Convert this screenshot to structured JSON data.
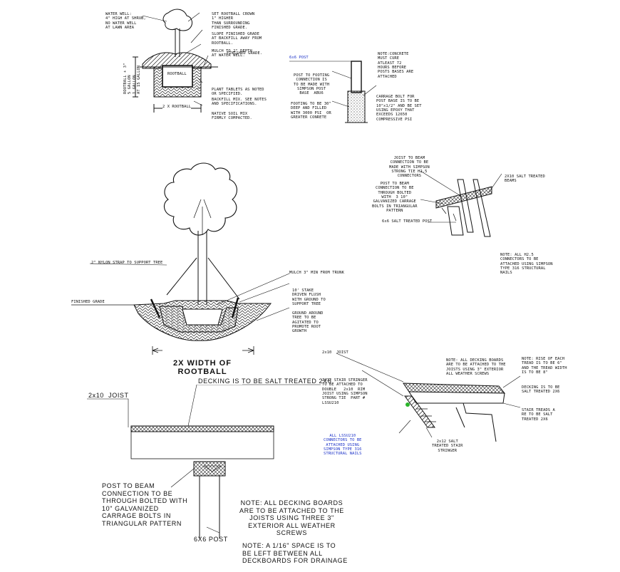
{
  "colors": {
    "ink": "#111111",
    "note_blue": "#1d33c9",
    "marker_green": "#2bb52b"
  },
  "rootball_detail": {
    "water_well": [
      "WATER WELL:",
      "4\" HIGH AT SHRUB,",
      "NO WATER WELL",
      "AT LAWN AREA"
    ],
    "set_crown": [
      "SET ROOTBALL CROWN",
      "1\" HIGHER",
      "THAN SURROUNDING",
      "FINISHED GRADE."
    ],
    "slope": [
      "SLOPE FINISHED GRADE",
      "AT BACKFILL AWAY FROM",
      "ROOTBALL."
    ],
    "mulch": [
      "MULCH TO 2\" DEPTH",
      "AT WATER WELL."
    ],
    "finished_grade": "FINISHED GRADE.",
    "rootball_label": "ROOTBALL",
    "side_dims": [
      "ROOTBALL + 3\"",
      "5 GALLON",
      "1 GALLON",
      "AT 15 GALLON"
    ],
    "plant_tablets": [
      "PLANT TABLETS AS NOTED",
      "OR SPECIFIED."
    ],
    "backfill": [
      "BACKFILL MIX. SEE NOTES",
      "AND SPECIFICATIONS."
    ],
    "native_soil": [
      "NATIVE SOIL MIX",
      "FIRMLY COMPACTED."
    ],
    "width": "2 X ROOTBALL"
  },
  "post_detail": {
    "post_label": "6x6 POST",
    "connection": [
      "POST TO FOOTING",
      "CONNECTION IS",
      "TO BE MADE WITH",
      "SIMPSON POST",
      "BASE  ABU6"
    ],
    "footing": [
      "FOOTING TO BE 30\"",
      "DEEP AND FILLED",
      "WITH 3000 PSI  OR",
      "GREATER CONRETE"
    ],
    "cure_note": [
      "NOTE:CONCRETE",
      "MUST CURE",
      "ATLEAST 72",
      "HOURS BEFORE",
      "POSTS BASES ARE",
      "ATTACHED"
    ],
    "carriage": [
      "CARRAGE BOLT FOR",
      "POST BASE IS TO BE",
      "10\"x1/2\" AND BE SET",
      "USING EPOXY THAT",
      "EXCEEDS 12650",
      "COMPRESSIVE PSI"
    ]
  },
  "joist_beam_detail": {
    "joist_to_beam": [
      "JOIST TO BEAM",
      "CONNECTION TO BE",
      "MADE WITH SIMPSON",
      "STRONG TIE H2.5",
      "CONNECTORS"
    ],
    "beams": [
      "2X10 SALT TREATED",
      "BEAMS"
    ],
    "post_to_beam": [
      "POST TO BEAM",
      "CONNECTION TO BE",
      "THROUGH BOLTED",
      "WITH  3 10\"",
      "GALVANIZED CARRAGE",
      "BOLTS IN TRIANGULAR",
      "PATTERN"
    ],
    "post": "6x6 SALT TREATED POST",
    "note": [
      "NOTE: ALL H2.5",
      "CONNECTORS TO BE",
      "ATTACHED USING SIMPSON",
      "TYPE 316 STRUCTURAL",
      "NAILS"
    ]
  },
  "tree_detail": {
    "strap": "2\" NYLON STRAP TO SUPPORT TREE",
    "mulch": "MULCH 3\" MIN FROM TRUNK",
    "stake": [
      "10' STAKE",
      "DRIVEN FLUSH",
      "WITH GROUND TO",
      "SUPPORT TREE"
    ],
    "finished_grade": "FINISHED GRADE",
    "ground": [
      "GROUND AROUND",
      "TREE TO BE",
      "AGITATED TO",
      "PROMOTE ROOT",
      "GROWTH"
    ],
    "width": [
      "2X WIDTH OF",
      "ROOTBALL"
    ]
  },
  "stair_detail": {
    "joist": "2x10  JOIST",
    "stringer": [
      "2X12 STAIR STRINGER",
      "TO BE ATTACHED TO",
      "DOUBLE   2x10  RIM",
      "JOIST USING SIMPSON",
      "STRONG TIE  PART #",
      "LSSU210"
    ],
    "decking_note": [
      "NOTE: ALL DECKING BOARDS",
      "ARE TO BE ATTACHED TO THE",
      "JOISTS USING 3\" EXTERIOR",
      "ALL WEATHER SCREWS"
    ],
    "rise_note": [
      "NOTE: RISE OF EACH",
      "TREAD IS TO BE 6\"",
      "AND THE TREAD WIDTH",
      "IS TO BE 8\""
    ],
    "decking": [
      "DECKING IS TO BE",
      "SALT TREATED 2X6"
    ],
    "treads": [
      "STAIR TREADS A",
      "RE TO BE SALT",
      "TREATED 2X6"
    ],
    "lssu_note": [
      "ALL LSSU210",
      "CONNECTORS TO BE",
      "ATTACHED USING",
      "SIMPSON TYPE 316",
      "STRUCTURAL NAILS"
    ],
    "salt_stringer": [
      "2x12 SALT",
      "TREATED STAIR",
      "STRINGER"
    ]
  },
  "deck_section": {
    "decking": "DECKING IS TO BE SALT TREATED 2X6",
    "joist": "2x10  JOIST",
    "post_to_beam": [
      "POST TO BEAM",
      "CONNECTION TO BE",
      "THROUGH BOLTED WITH",
      "10\" GALVANIZED",
      "CARRAGE BOLTS IN",
      "TRIANGULAR PATTERN"
    ],
    "note1": [
      "NOTE: ALL DECKING BOARDS",
      "ARE TO BE ATTACHED TO THE",
      "JOISTS USING THREE 3\"",
      "EXTERIOR ALL WEATHER",
      "SCREWS"
    ],
    "note2": [
      "NOTE: A 1/16\" SPACE IS TO",
      "BE LEFT BETWEEN ALL",
      "DECKBOARDS FOR DRAINAGE"
    ],
    "post": "6X6 POST"
  }
}
